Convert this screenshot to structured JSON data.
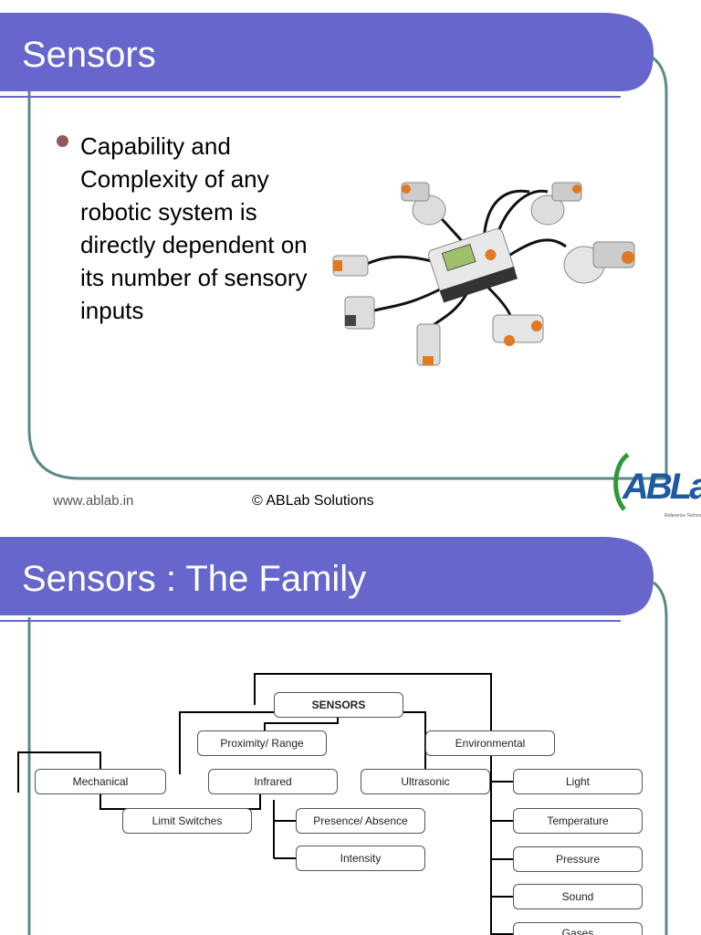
{
  "slide1": {
    "title": "Sensors",
    "bullet": "Capability and Complexity of any robotic system is directly dependent on its number of sensory inputs",
    "footer_url": "www.ablab.in",
    "footer_copy": "© ABLab Solutions",
    "logo": {
      "text": "ABLab",
      "tagline": "Reference Technology"
    },
    "image_desc_icon": "robot-kit-sensors-image"
  },
  "slide2": {
    "title": "Sensors : The Family",
    "diagram": {
      "root": "SENSORS",
      "proximity": "Proximity/ Range",
      "environmental": "Environmental",
      "mechanical": "Mechanical",
      "infrared": "Infrared",
      "ultrasonic": "Ultrasonic",
      "limit_switches": "Limit Switches",
      "presence": "Presence/ Absence",
      "intensity": "Intensity",
      "light": "Light",
      "temperature": "Temperature",
      "pressure": "Pressure",
      "sound": "Sound",
      "gases": "Gases"
    }
  },
  "colors": {
    "title_bar": "#6666cc",
    "frame": "#5a8a8a",
    "logo_green": "#2e9a3a",
    "logo_blue": "#1e5aa0"
  }
}
